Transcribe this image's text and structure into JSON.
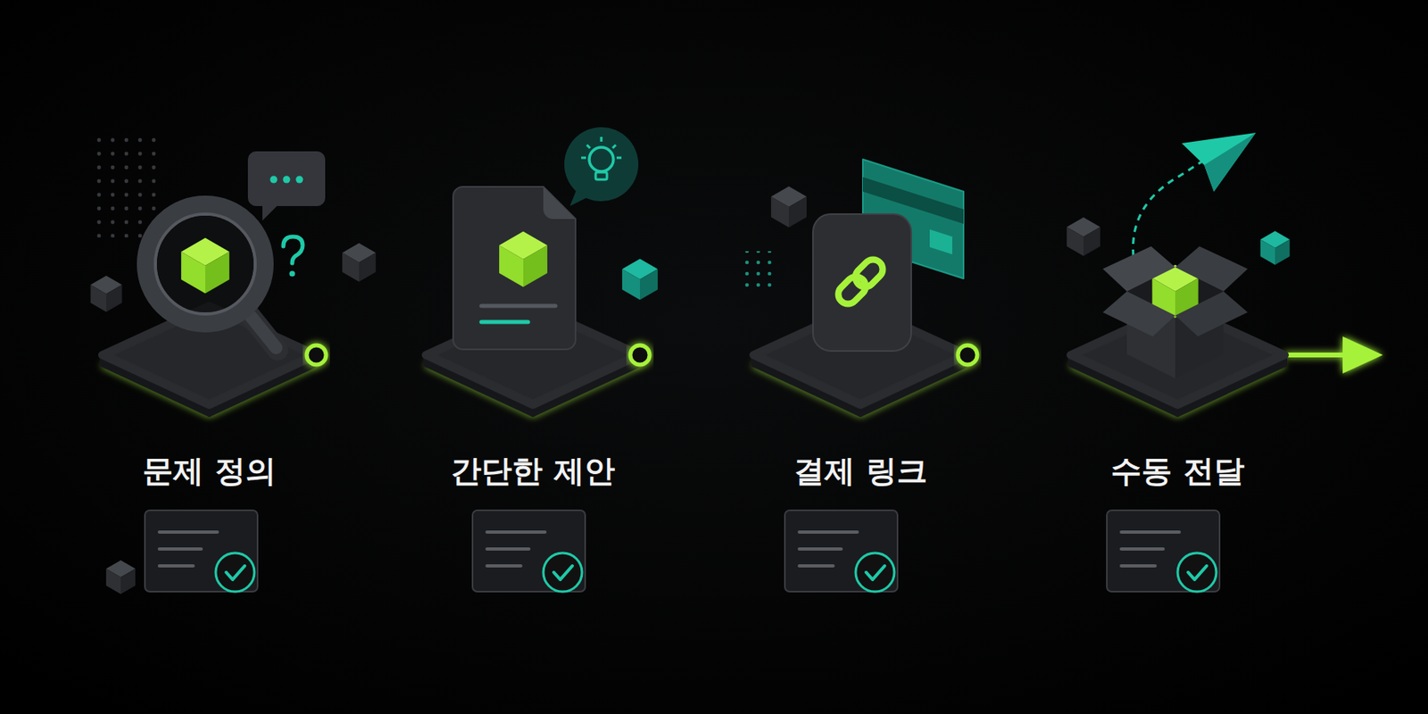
{
  "diagram": {
    "nodes": [
      {
        "text": [
          "문제 정의"
        ]
      },
      {
        "text": [
          "간단한 제안"
        ]
      },
      {
        "text": [
          "결제 링크"
        ]
      },
      {
        "text": [
          "수동 전달"
        ]
      }
    ],
    "edges": [
      {
        "from": 0,
        "to": 1,
        "arrow": "none"
      },
      {
        "from": 1,
        "to": 2,
        "arrow": "none"
      },
      {
        "from": 2,
        "to": 3,
        "arrow": "none"
      }
    ]
  }
}
